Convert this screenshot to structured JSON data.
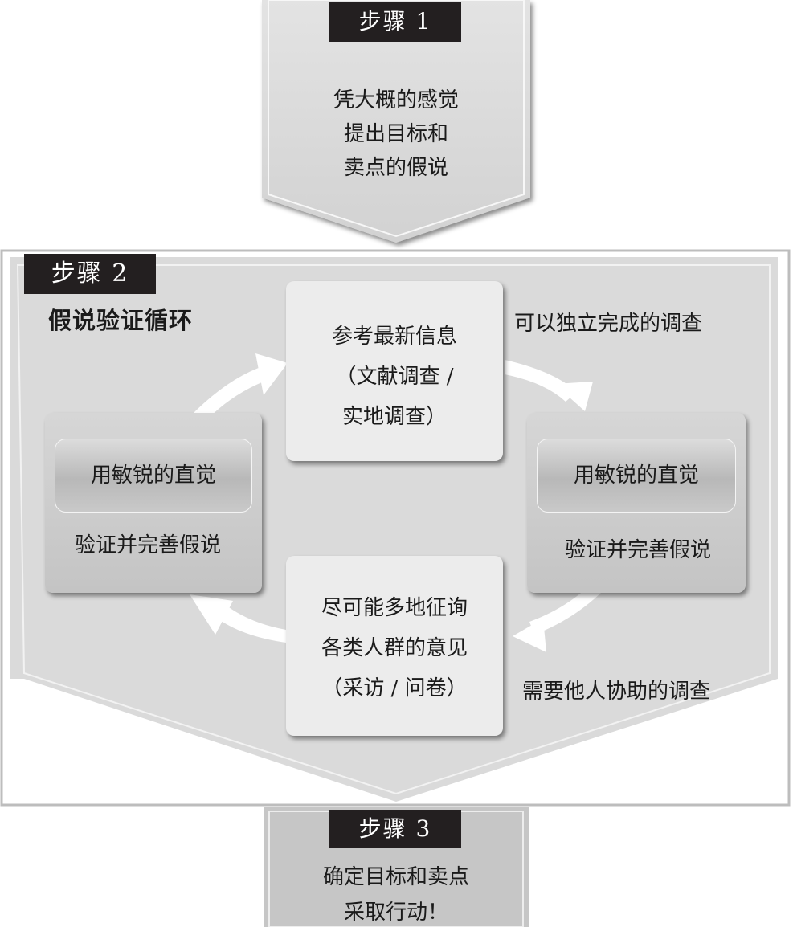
{
  "step1": {
    "tag": "步骤 1",
    "lines": [
      "凭大概的感觉",
      "提出目标和",
      "卖点的假说"
    ]
  },
  "step2": {
    "tag": "步骤 2",
    "heading": "假说验证循环",
    "top_box": [
      "参考最新信息",
      "（文献调查 /",
      "实地调查）"
    ],
    "bottom_box": [
      "尽可能多地征询",
      "各类人群的意见",
      "（采访 / 问卷）"
    ],
    "left_box": {
      "pill": "用敏锐的直觉",
      "caption": "验证并完善假说"
    },
    "right_box": {
      "pill": "用敏锐的直觉",
      "caption": "验证并完善假说"
    },
    "top_right_note": "可以独立完成的调查",
    "bottom_right_note": "需要他人协助的调查"
  },
  "step3": {
    "tag": "步骤 3",
    "lines": [
      "确定目标和卖点",
      "采取行动！"
    ]
  },
  "colors": {
    "tag_bg": "#231f20",
    "panel": "#dadada",
    "box": "#ececec",
    "arrow": "#ffffff"
  }
}
